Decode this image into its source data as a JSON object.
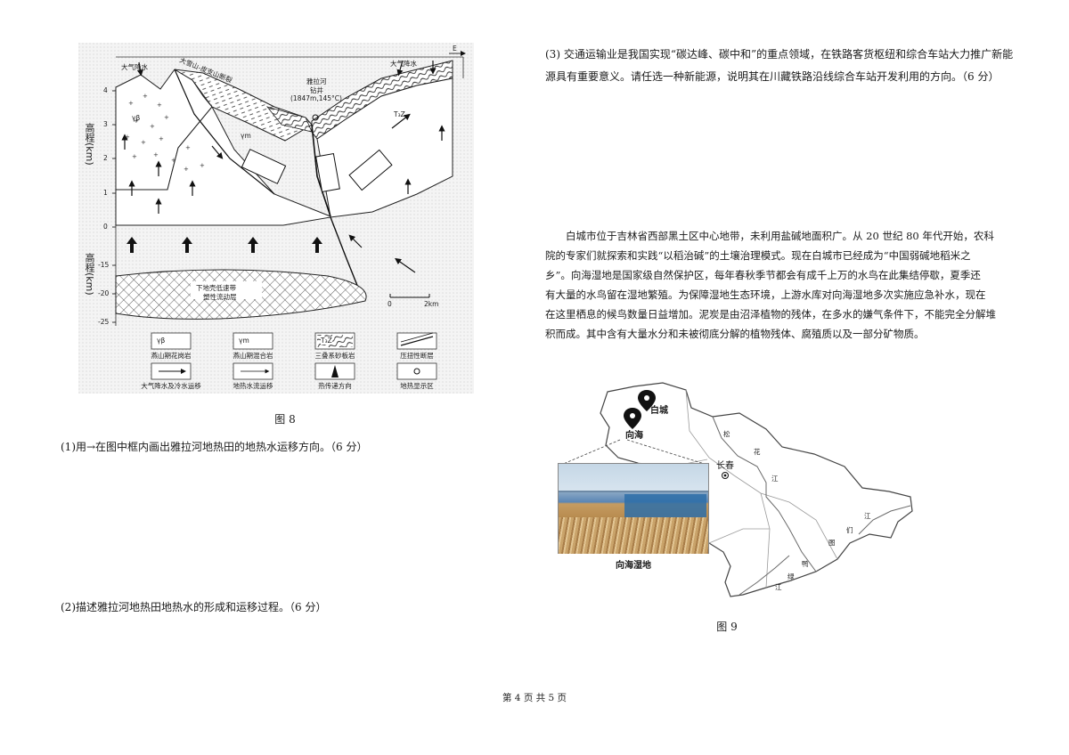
{
  "questions": {
    "q1": "(1)用→在图中框内画出雅拉河地热田的地热水运移方向。（6 分）",
    "q2": "(2)描述雅拉河地热田地热水的形成和运移过程。（6 分）",
    "q3_line1": "(3) 交通运输业是我国实现“碳达峰、碳中和”的重点领域，在铁路客货枢纽和综合车站大力推广新能",
    "q3_line2": "源具有重要意义。请任选一种新能源，说明其在川藏铁路沿线综合车站开发利用的方向。（6 分）"
  },
  "passage": [
    "白城市位于吉林省西部黑土区中心地带，未利用盐碱地面积广。从 20 世纪 80 年代开始，农科",
    "院的专家们就探索和实践“以稻治碱”的土壤治理模式。现在白城市已经成为“中国弱碱地稻米之",
    "乡”。向海湿地是国家级自然保护区，每年春秋季节都会有成千上万的水鸟在此集结停歇，夏季还",
    "有大量的水鸟留在湿地繁殖。为保障湿地生态环境，上游水库对向海湿地多次实施应急补水，现在",
    "在这里栖息的候鸟数量日益增加。泥炭是由沼泽植物的残体，在多水的嫌气条件下，不能完全分解堆",
    "积而成。其中含有大量水分和未被彻底分解的植物残体、腐殖质以及一部分矿物质。"
  ],
  "fig8": {
    "caption": "图 8",
    "y_label_upper": "高程(km)",
    "y_label_lower": "高程(km)",
    "ticks_upper": [
      "4",
      "3",
      "2",
      "1",
      "0"
    ],
    "ticks_lower": [
      "-15",
      "-20",
      "-25"
    ],
    "labels": {
      "rain_left": "大气降水",
      "rain_right": "大气降水",
      "fault": "大雪山-皮支山断裂",
      "well_name": "雅拉河",
      "well_sub": "钻井",
      "well_data": "(1847m,145°C)",
      "rock1": "γβ",
      "rock2": "γm",
      "rock3": "T₃Z",
      "low_zone_1": "下地壳低速带",
      "low_zone_2": "塑性流动层",
      "east": "E",
      "scale_0": "0",
      "scale_2": "2km"
    },
    "legend": [
      {
        "sym": "γβ",
        "text": "燕山期花岗岩"
      },
      {
        "sym": "γm",
        "text": "燕山期混合岩"
      },
      {
        "sym": "T₃Z",
        "text": "三叠系砂板岩"
      },
      {
        "sym": "",
        "text": "压扭性断层"
      },
      {
        "sym": "",
        "text": "大气降水及冷水运移"
      },
      {
        "sym": "",
        "text": "地热水流运移"
      },
      {
        "sym": "",
        "text": "热传递方向"
      },
      {
        "sym": "",
        "text": "地热显示区"
      }
    ]
  },
  "fig9": {
    "caption": "图 9",
    "baicheng": "白城",
    "xianghai": "向海",
    "changchun": "长春",
    "photo_caption": "向海湿地",
    "river1": [
      "松",
      "花",
      "江"
    ],
    "river2": [
      "图",
      "们",
      "江"
    ],
    "river3": [
      "鸭",
      "绿",
      "江"
    ]
  },
  "footer": "第 4 页 共 5 页"
}
